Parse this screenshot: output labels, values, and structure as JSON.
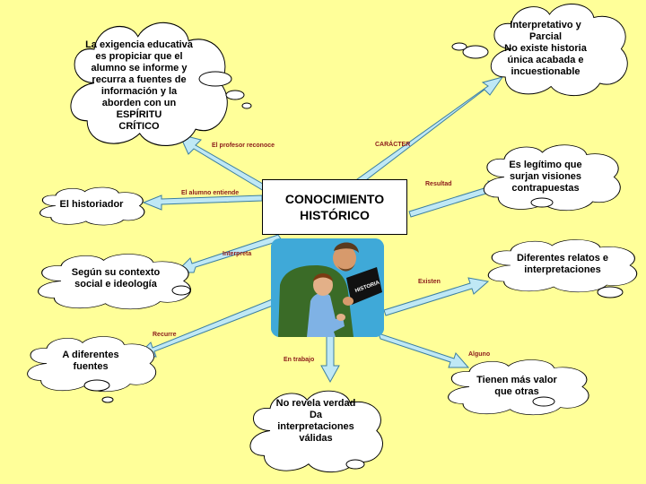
{
  "center_title": "CONOCIMIENTO\nHISTÓRICO",
  "colors": {
    "background": "#FFFF99",
    "arrow_fill": "#BFE8F5",
    "arrow_stroke": "#3B7EA1",
    "label_color": "#8B1A1A",
    "cloud_fill": "#FFFFFF"
  },
  "bubbles": [
    {
      "id": "exigencia",
      "text": "La exigencia educativa\nes propiciar que el\nalumno se informe y\nrecurra a fuentes de\ninformación y la\naborden con un\nESPÍRITU\nCRÍTICO"
    },
    {
      "id": "interpretativo",
      "text": "Interpretativo y\nParcial\nNo existe historia\núnica acabada e\nincuestionable"
    },
    {
      "id": "historiador",
      "text": "El historiador"
    },
    {
      "id": "legitimo",
      "text": "Es legítimo que\nsurjan visiones\ncontrapuestas"
    },
    {
      "id": "contexto",
      "text": "Según su contexto\nsocial e ideología"
    },
    {
      "id": "relatos",
      "text": "Diferentes relatos e\ninterpretaciones"
    },
    {
      "id": "fuentes",
      "text": "A diferentes\nfuentes"
    },
    {
      "id": "valor",
      "text": "Tienen más valor\nque otras"
    },
    {
      "id": "verdad",
      "text": "No revela verdad\nDa\ninterpretaciones\nválidas"
    }
  ],
  "connectors": [
    {
      "id": "profesor",
      "label": "El profesor reconoce"
    },
    {
      "id": "caracter",
      "label": "CARÁCTER"
    },
    {
      "id": "alumno",
      "label": "El alumno entiende"
    },
    {
      "id": "resultad",
      "label": "Resultad"
    },
    {
      "id": "interpreta",
      "label": "Interpreta"
    },
    {
      "id": "existen",
      "label": "Existen"
    },
    {
      "id": "recurre",
      "label": "Recurre"
    },
    {
      "id": "alguno",
      "label": "Alguno"
    },
    {
      "id": "entrabajo",
      "label": "En trabajo"
    }
  ],
  "photo_book_title": "HISTORIA"
}
